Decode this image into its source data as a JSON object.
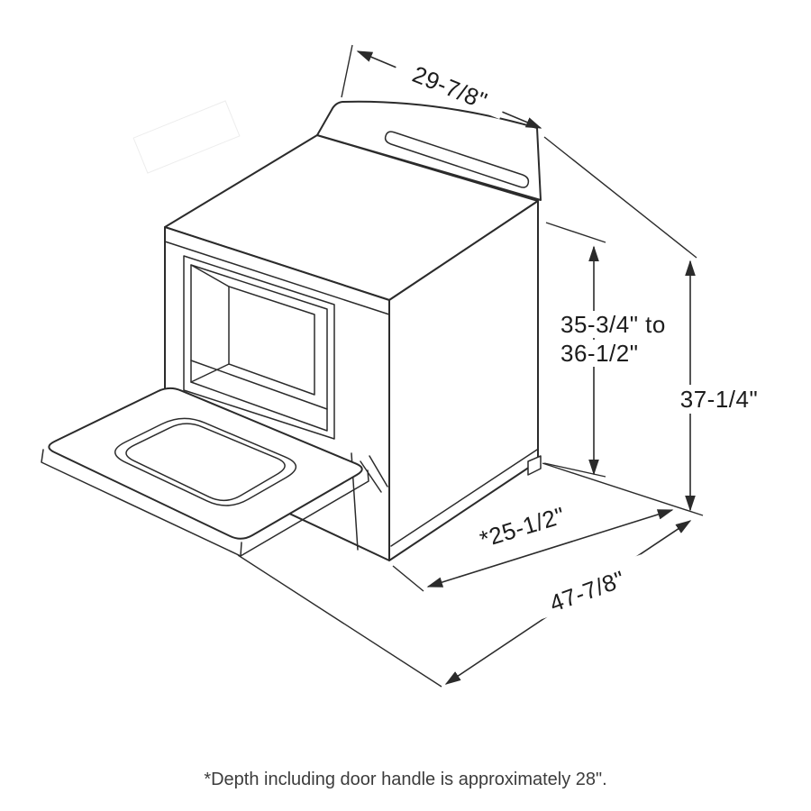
{
  "diagram": {
    "type": "isometric-dimension-drawing",
    "subject": "slide-in range with oven door open",
    "labels": {
      "width_top": "29-7/8\"",
      "height_cooktop_line1": "35-3/4\" to",
      "height_cooktop_line2": "36-1/2\"",
      "height_overall": "37-1/4\"",
      "depth_body": "*25-1/2\"",
      "depth_door_open": "47-7/8\""
    },
    "footnote": "*Depth including door handle is approximately 28\".",
    "colors": {
      "line": "#2b2b2b",
      "text": "#1c1c1c",
      "background": "#ffffff"
    }
  }
}
